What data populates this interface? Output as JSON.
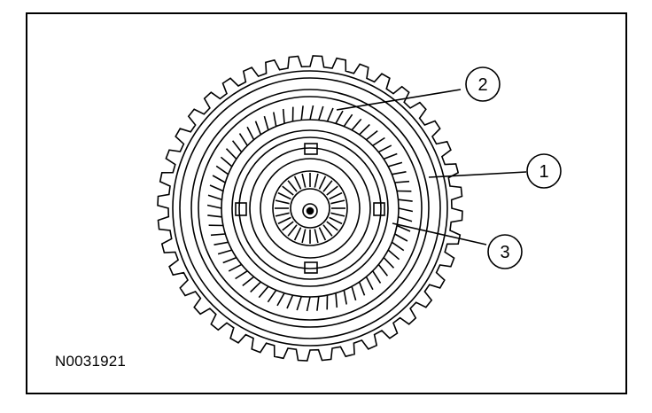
{
  "figure": {
    "id": "N0031921",
    "callouts": [
      {
        "label": "1",
        "part": "outer-ring"
      },
      {
        "label": "2",
        "part": "internal-gear-teeth"
      },
      {
        "label": "3",
        "part": "inner-hub"
      }
    ]
  },
  "colors": {
    "line": "#000000",
    "background": "#ffffff"
  }
}
